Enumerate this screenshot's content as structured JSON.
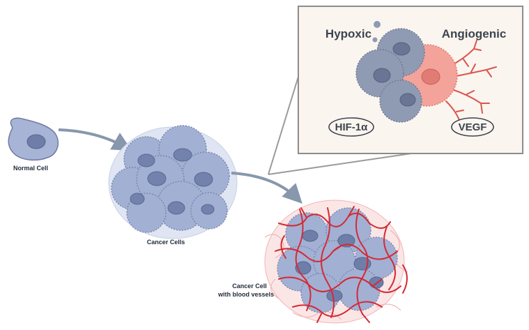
{
  "labels": {
    "normal_cell": "Normal Cell",
    "cancer_cells": "Cancer Cells",
    "cancer_vessel_line1": "Cancer Cell",
    "cancer_vessel_line2": "with blood vessels"
  },
  "inset": {
    "hypoxic": "Hypoxic",
    "angiogenic": "Angiogenic",
    "marker_left": "HIF-1α",
    "marker_right": "VEGF"
  },
  "colors": {
    "cell_fill": "#a7b4d6",
    "cell_edge": "#7a87ad",
    "nucleus": "#6f7ea8",
    "inset_bg": "#fbf5ef",
    "inset_border": "#8c8c8c",
    "hypoxic_fill": "#8f9ab3",
    "angio_fill": "#f3a39a",
    "angio_nucleus": "#e07c73",
    "vessel": "#d42a35",
    "vessel_light": "#f3b3b6",
    "arrow": "#8797ad"
  }
}
